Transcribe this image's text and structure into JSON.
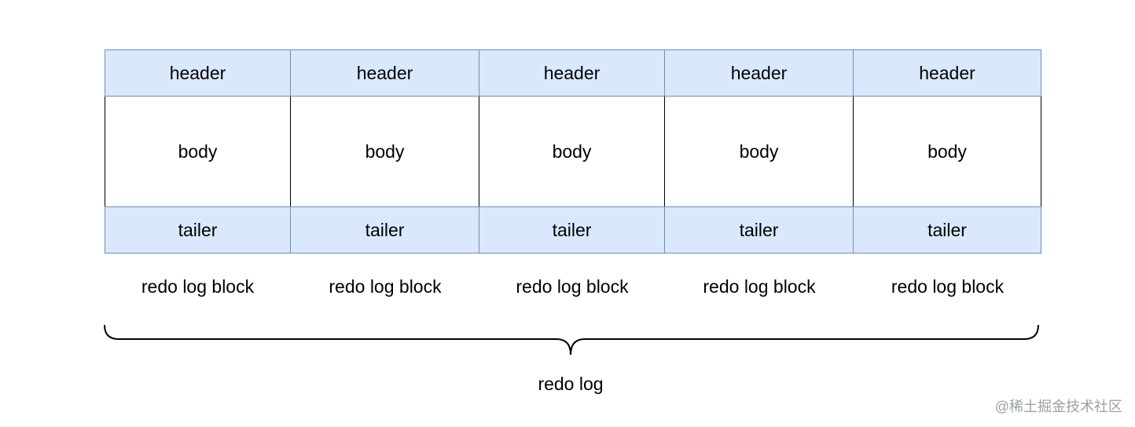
{
  "blocks": [
    {
      "header": "header",
      "body": "body",
      "tailer": "tailer",
      "label": "redo log block"
    },
    {
      "header": "header",
      "body": "body",
      "tailer": "tailer",
      "label": "redo log block"
    },
    {
      "header": "header",
      "body": "body",
      "tailer": "tailer",
      "label": "redo log block"
    },
    {
      "header": "header",
      "body": "body",
      "tailer": "tailer",
      "label": "redo log block"
    },
    {
      "header": "header",
      "body": "body",
      "tailer": "tailer",
      "label": "redo log block"
    }
  ],
  "group_label": "redo log",
  "watermark": "@稀土掘金技术社区",
  "colors": {
    "section_fill": "#dae8fc",
    "section_stroke": "#6c8ebf",
    "body_stroke": "#000000",
    "watermark_text": "#9aa0a6"
  }
}
